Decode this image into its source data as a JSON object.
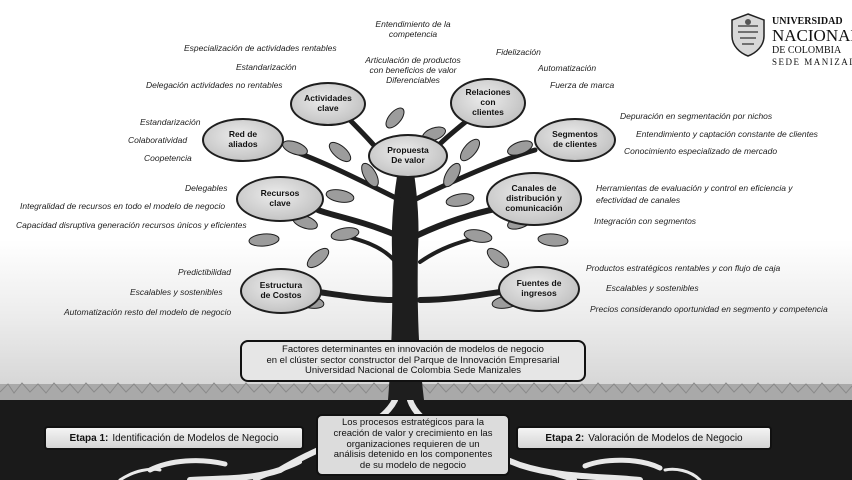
{
  "logo": {
    "line1": "UNIVERSIDAD",
    "line2": "NACIONAL",
    "line3": "DE COLOMBIA",
    "line4": "SEDE MANIZALES",
    "icon": "university-seal-icon"
  },
  "nodes": {
    "actividades": "Actividades\nclave",
    "propuesta": "Propuesta\nDe valor",
    "relaciones": "Relaciones\ncon\nclientes",
    "red": "Red de\naliados",
    "segmentos": "Segmentos\nde clientes",
    "recursos": "Recursos\nclave",
    "canales": "Canales de\ndistribución y\ncomunicación",
    "estructura": "Estructura\nde Costos",
    "fuentes": "Fuentes de\ningresos"
  },
  "labels": {
    "top_center_1": "Entendimiento de la",
    "top_center_2": "competencia",
    "articulacion_1": "Articulación de productos",
    "articulacion_2": "con beneficios de valor",
    "diferenciables": "Diferenciables",
    "act_1": "Especialización de actividades rentables",
    "act_2": "Estandarización",
    "act_3": "Delegación actividades no rentables",
    "rel_1": "Fidelización",
    "rel_2": "Automatización",
    "rel_3": "Fuerza de marca",
    "red_1": "Estandarización",
    "red_2": "Colaboratividad",
    "red_3": "Coopetencia",
    "seg_1": "Depuración en segmentación por nichos",
    "seg_2": "Entendimiento y captación constante  de clientes",
    "seg_3": "Conocimiento especializado de mercado",
    "rec_1": "Delegables",
    "rec_2": "Integralidad de recursos en todo el modelo de negocio",
    "rec_3": "Capacidad disruptiva generación  recursos únicos y eficientes",
    "can_1": "Herramientas de evaluación y control en eficiencia y",
    "can_2": "efectividad de canales",
    "can_3": "Integración con segmentos",
    "est_1": "Predictibilidad",
    "est_2": "Escalables y sostenibles",
    "est_3": "Automatización resto del modelo de negocio",
    "fue_1": "Productos estratégicos  rentables y con flujo de caja",
    "fue_2": "Escalables y sostenibles",
    "fue_3": "Precios considerando oportunidad en segmento y competencia"
  },
  "center_box": {
    "line1": "Factores determinantes en innovación de modelos de negocio",
    "line2": "en el clúster sector constructor del Parque de Innovación Empresarial",
    "line3": "Universidad Nacional de Colombia Sede Manizales"
  },
  "stage1": {
    "bold": "Etapa 1:",
    "text": "Identificación de Modelos de Negocio"
  },
  "stage2": {
    "bold": "Etapa 2:",
    "text": "Valoración de Modelos de Negocio"
  },
  "bottom_box": {
    "line1": "Los procesos estratégicos para la",
    "line2": "creación de valor y crecimiento en las",
    "line3": "organizaciones requieren de un",
    "line4": "análisis detenido en los componentes",
    "line5": "de su modelo de negocio"
  },
  "colors": {
    "ink": "#1e1e1e",
    "soil": "#1a1a1a",
    "node_fill": "#cbcbcb",
    "leaf": "#9c9c9c"
  }
}
